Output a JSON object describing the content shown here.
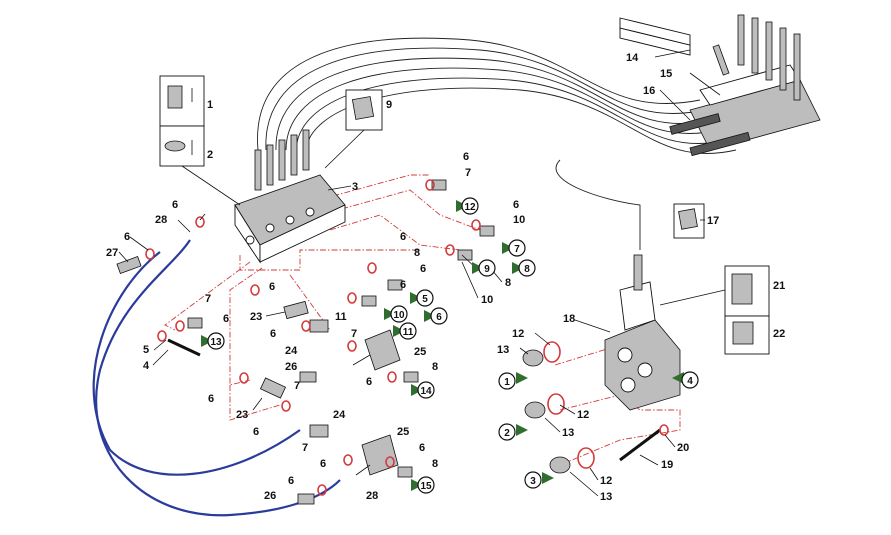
{
  "labels": {
    "l1": "1",
    "l2": "2",
    "l3": "3",
    "l4": "4",
    "l5": "5",
    "l6": "6",
    "l7": "7",
    "l8": "8",
    "l9": "9",
    "l10": "10",
    "l11": "11",
    "l12": "12",
    "l13": "13",
    "l14": "14",
    "l15": "15",
    "l16": "16",
    "l17": "17",
    "l18": "18",
    "l19": "19",
    "l20": "20",
    "l21": "21",
    "l22": "22",
    "l23": "23",
    "l24": "24",
    "l25": "25",
    "l26": "26",
    "l27": "27",
    "l28": "28"
  },
  "connection_markers": {
    "m1": "1",
    "m2": "2",
    "m3": "3",
    "m4": "4",
    "m5": "5",
    "m6": "6",
    "m7": "7",
    "m8": "8",
    "m9": "9",
    "m10": "10",
    "m11": "11",
    "m12": "12",
    "m13": "13",
    "m14": "14",
    "m15": "15"
  },
  "colors": {
    "hydraulic_flow_line": "#d23b3b",
    "hose": "#2b3b9c",
    "connection_arrow": "#2f6e2f"
  }
}
